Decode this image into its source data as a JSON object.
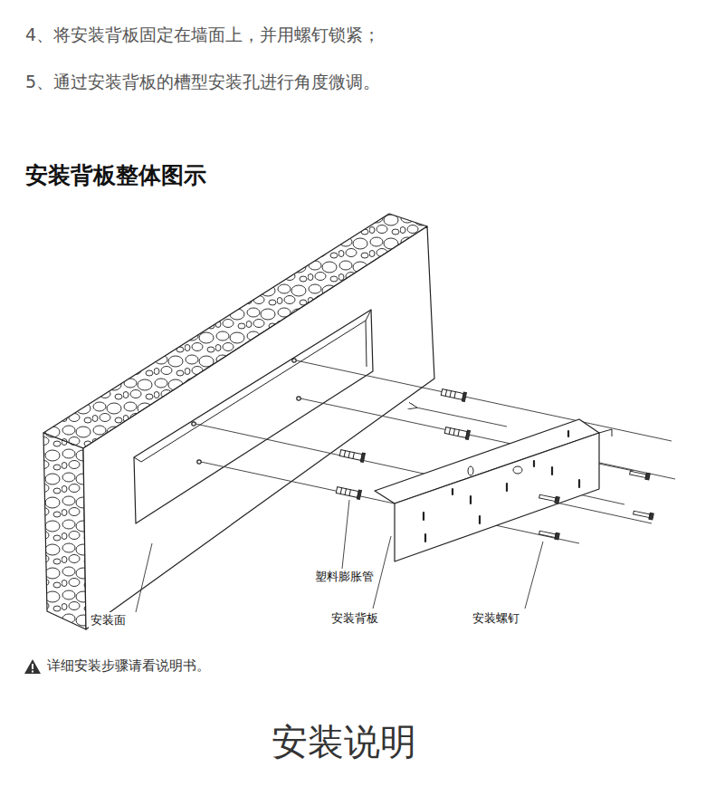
{
  "diagram": {
    "title": "安装背板整体图示",
    "caption": "安装说明",
    "labels": [
      "4、将安装背板固定在墙面上，并用螺钉锁紧；",
      "5、通过安装背板的槽型安装孔进行角度微调。",
      "塑料膨胀管",
      "安装面",
      "安装背板",
      "安装螺钉",
      "详细安装步骤请看说明书。"
    ]
  }
}
